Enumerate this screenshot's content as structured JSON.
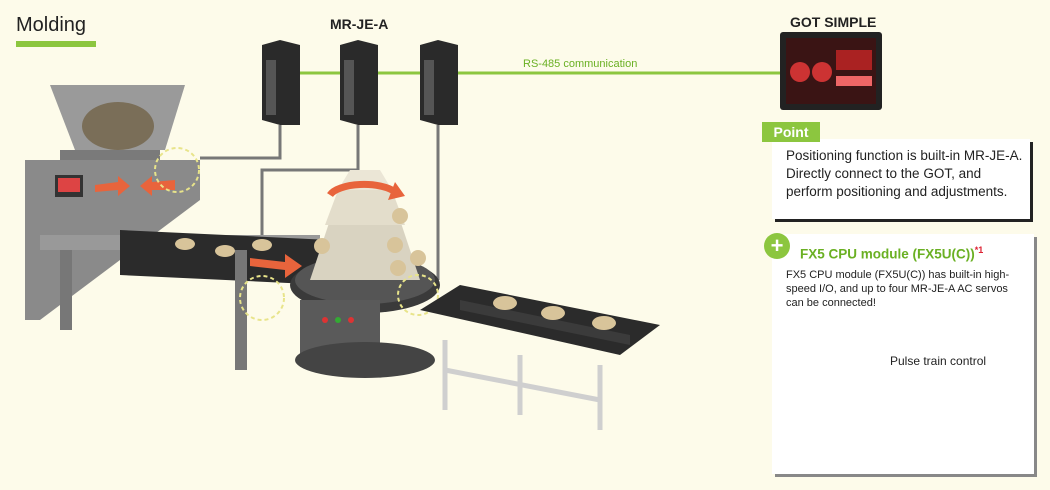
{
  "title": "Molding",
  "servo_label": "MR-JE-A",
  "got_label": "GOT SIMPLE",
  "communication_label": "RS-485 communication",
  "point": {
    "tag": "Point",
    "text": "Positioning function is built-in MR-JE-A. Directly connect to the GOT, and perform positioning and adjustments."
  },
  "fx5": {
    "title": "FX5 CPU module (FX5U(C))",
    "footnote": "*1",
    "text": "FX5 CPU module (FX5U(C)) has built-in high-speed I/O, and up to four MR-JE-A AC servos can be connected!",
    "pulse_label": "Pulse train control"
  },
  "colors": {
    "accent_green": "#8cc63f",
    "text_green": "#6ab023",
    "arrow_orange": "#e8643c",
    "machine_gray": "#6e6e6e"
  }
}
